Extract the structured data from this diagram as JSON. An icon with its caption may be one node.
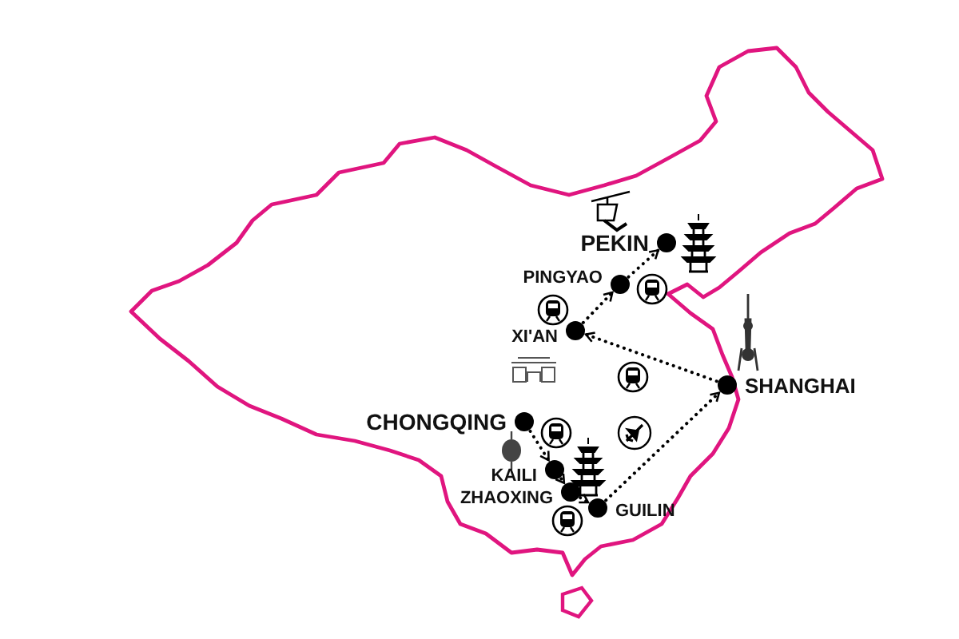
{
  "diagram": {
    "nodes": [
      {
        "text": [
          "PEKIN"
        ]
      },
      {
        "text": [
          "PINGYAO"
        ]
      },
      {
        "text": [
          "XI'AN"
        ]
      },
      {
        "text": [
          "SHANGHAI"
        ]
      },
      {
        "text": [
          "CHONGQING"
        ]
      },
      {
        "text": [
          "KAILI"
        ]
      },
      {
        "text": [
          "ZHAOXING"
        ]
      },
      {
        "text": [
          "GUILIN"
        ]
      }
    ],
    "edges": [
      {
        "from": 4,
        "to": 5,
        "arrow": "to"
      },
      {
        "from": 5,
        "to": 6,
        "arrow": "to"
      },
      {
        "from": 6,
        "to": 7,
        "arrow": "to"
      },
      {
        "from": 7,
        "to": 3,
        "arrow": "to"
      },
      {
        "from": 3,
        "to": 2,
        "arrow": "to"
      },
      {
        "from": 2,
        "to": 1,
        "arrow": "to"
      },
      {
        "from": 1,
        "to": 0,
        "arrow": "to"
      }
    ]
  }
}
